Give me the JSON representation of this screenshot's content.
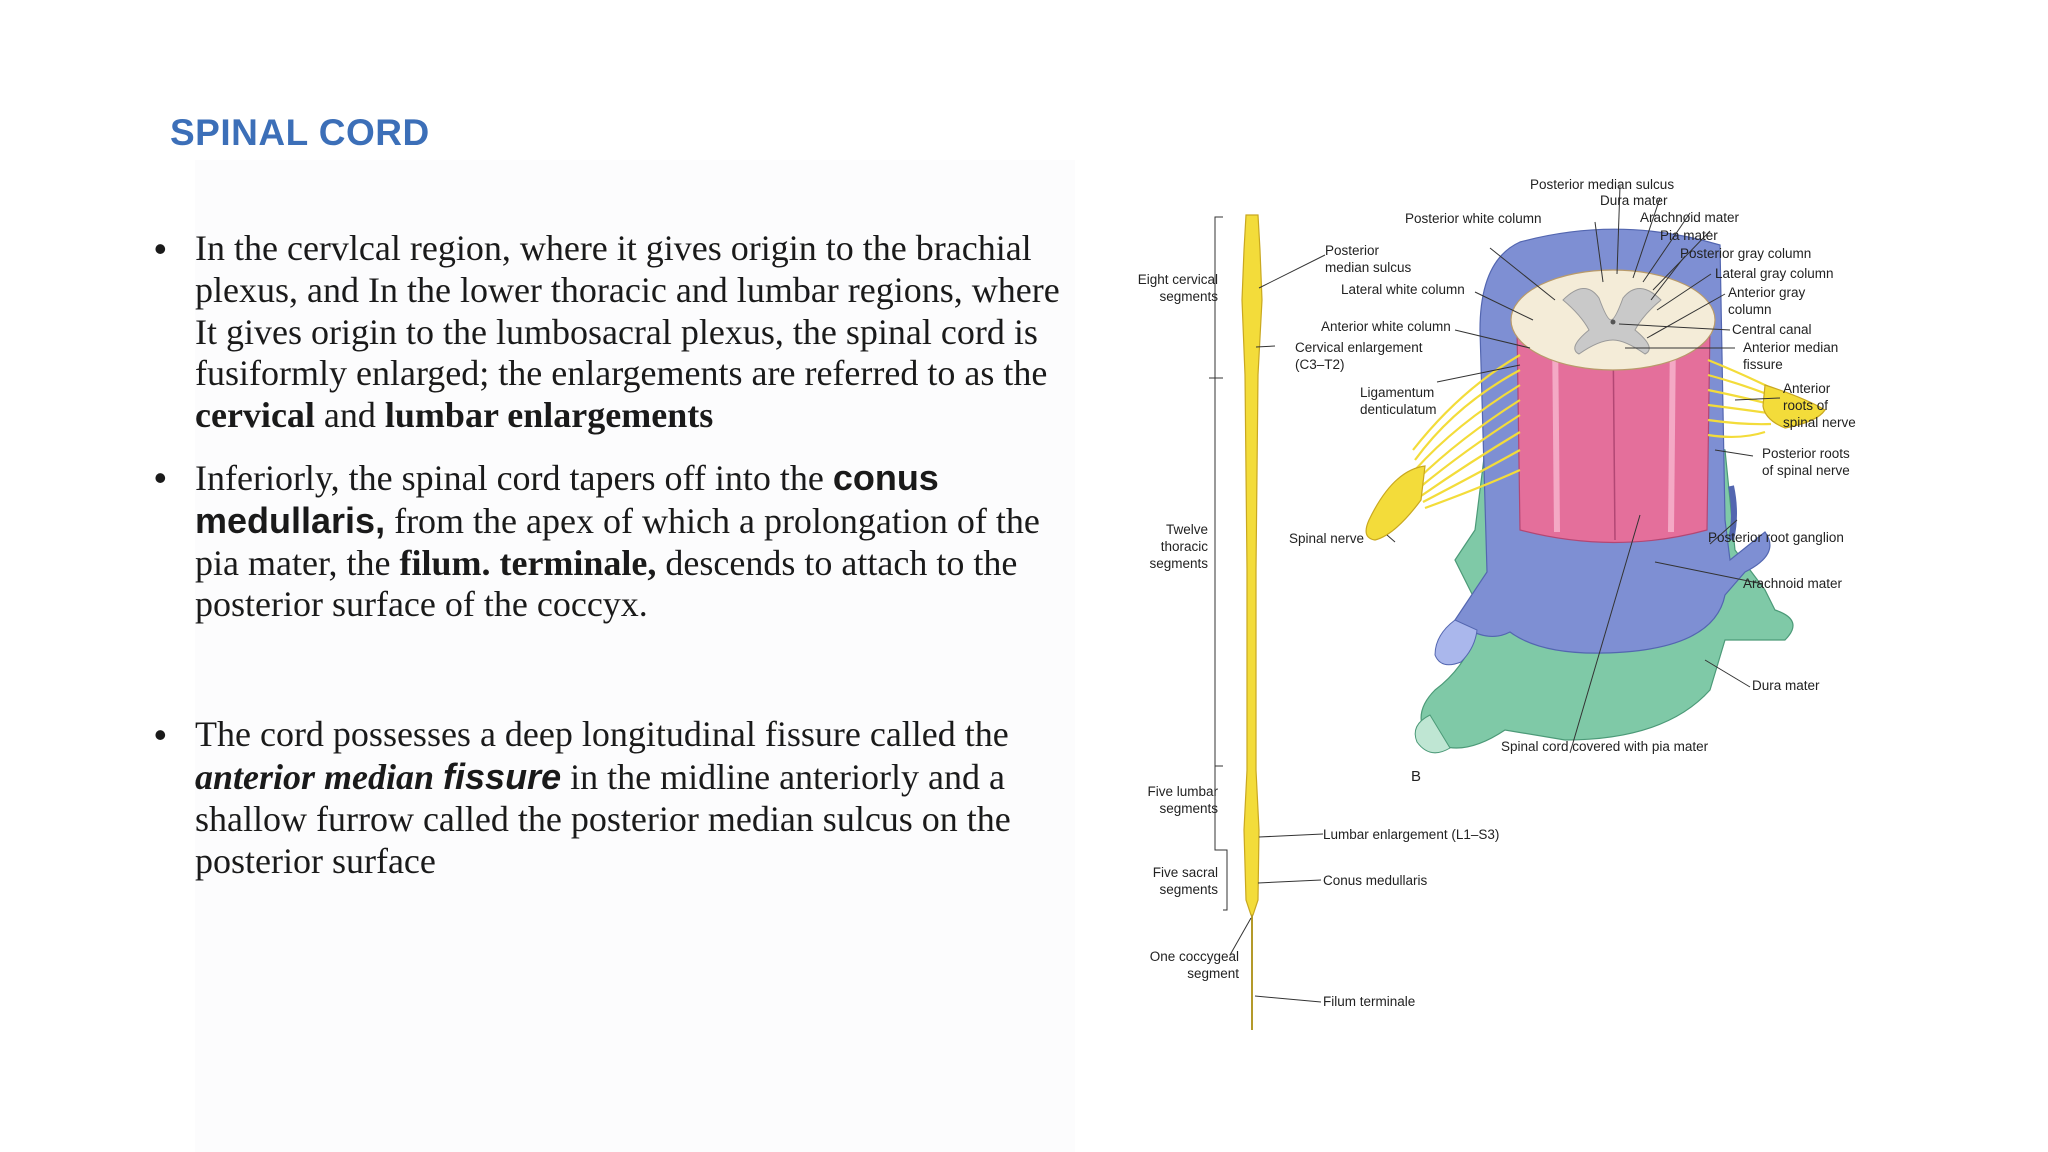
{
  "slide": {
    "title": "SPINAL CORD",
    "bullets": [
      {
        "marker": "•",
        "p1": "In the cervlcal region, where it gives origin to the brachial plexus, and In the lower thoracic and lumbar regions, where It gives origin to the lumbosacral plexus, the spinal cord is fusiformly enlarged; the enlargements are referred to as the ",
        "b1": "cervical",
        "p2": " and ",
        "b2": "lumbar enlargements"
      },
      {
        "marker": "•",
        "p1": "Inferiorly, the spinal cord tapers off into the ",
        "b1": "conus medullaris,",
        "p2": " from the apex of which a prolongation of the pia mater, the ",
        "b2": "filum. terminale,",
        "p3": " descends to attach to the posterior surface of the coccyx."
      },
      {
        "marker": "•",
        "p1": "The cord possesses a deep longitudinal fissure called the ",
        "bi1": "anterior median",
        "gap": " ",
        "bi2": "fissure",
        "p2": " in the midline anteriorly and a shallow furrow called the posterior median sulcus on the posterior surface"
      }
    ]
  },
  "figure": {
    "left_labels": {
      "cervical": [
        "Eight cervical",
        "segments"
      ],
      "thoracic": [
        "Twelve",
        "thoracic",
        "segments"
      ],
      "lumbar": [
        "Five lumbar",
        "segments"
      ],
      "sacral": [
        "Five sacral",
        "segments"
      ],
      "coccygeal": [
        "One coccygeal",
        "segment"
      ]
    },
    "cord_labels": {
      "posterior_median_sulcus": [
        "Posterior",
        "median sulcus"
      ],
      "lateral_white_column": "Lateral white column",
      "anterior_white_column": "Anterior white column",
      "cervical_enlargement": [
        "Cervical enlargement",
        "(C3–T2)"
      ],
      "ligamentum": [
        "Ligamentum",
        "denticulatum"
      ],
      "spinal_nerve": "Spinal nerve",
      "lumbar_enlargement": "Lumbar enlargement (L1–S3)",
      "conus_medullaris": "Conus medullaris",
      "filum_terminale": "Filum terminale"
    },
    "section_labels": {
      "top_sulcus": "Posterior median sulcus",
      "dura_top": "Dura mater",
      "posterior_white_column": "Posterior white column",
      "arachnoid_top": "Arachnoid mater",
      "pia_top": "Pia mater",
      "posterior_gray_column": "Posterior gray column",
      "lateral_gray_column": "Lateral gray column",
      "anterior_gray_column": [
        "Anterior gray",
        "column"
      ],
      "central_canal": "Central canal",
      "anterior_median_fissure": [
        "Anterior median",
        "fissure"
      ],
      "anterior_roots": [
        "Anterior",
        "roots of",
        "spinal nerve"
      ],
      "posterior_roots": [
        "Posterior roots",
        "of spinal nerve"
      ],
      "posterior_root_ganglion": "Posterior root ganglion",
      "arachnoid_right": "Arachnoid mater",
      "dura_right": "Dura mater",
      "spinal_cord_pia": "Spinal cord covered with pia mater",
      "panel_letter": "B"
    },
    "colors": {
      "title_blue": "#3c6fb8",
      "cord_yellow": "#f3dc3a",
      "dura_green": "#7fc9a7",
      "arachnoid_blue": "#7e8fd3",
      "cord_pink": "#e46f9b",
      "gray_matter": "#d6d6d6",
      "white_matter": "#f4ecd8"
    }
  }
}
